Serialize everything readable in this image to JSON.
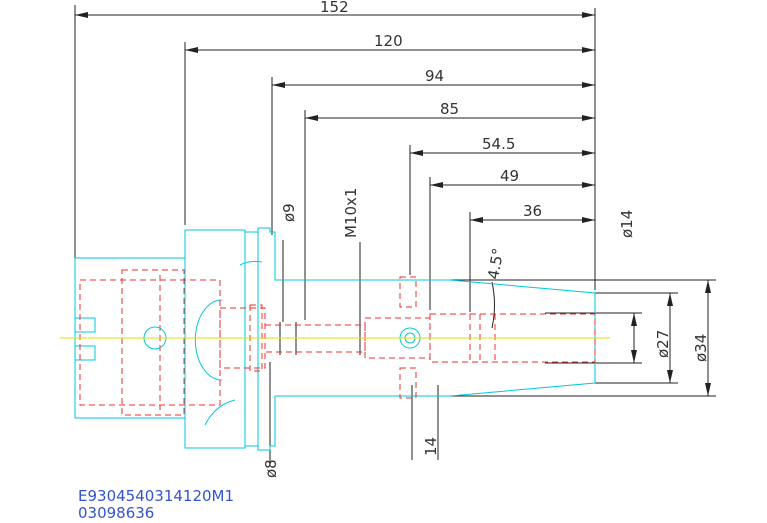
{
  "dimensions": {
    "d152": "152",
    "d120": "120",
    "d94": "94",
    "d85": "85",
    "d54_5": "54.5",
    "d49": "49",
    "d36": "36",
    "dia9": "ø9",
    "m10": "M10x1",
    "dia14": "ø14",
    "angle": "4.5°",
    "dia27": "ø27",
    "dia34": "ø34",
    "dia8": "ø8",
    "d14": "14"
  },
  "part_code": {
    "line1": "E9304540314120M1",
    "line2": "03098636"
  },
  "colors": {
    "dimension": "#222222",
    "body": "#00c8e0",
    "hidden": "#e83030",
    "axis": "#e0e000",
    "code_text": "#3355cc"
  }
}
